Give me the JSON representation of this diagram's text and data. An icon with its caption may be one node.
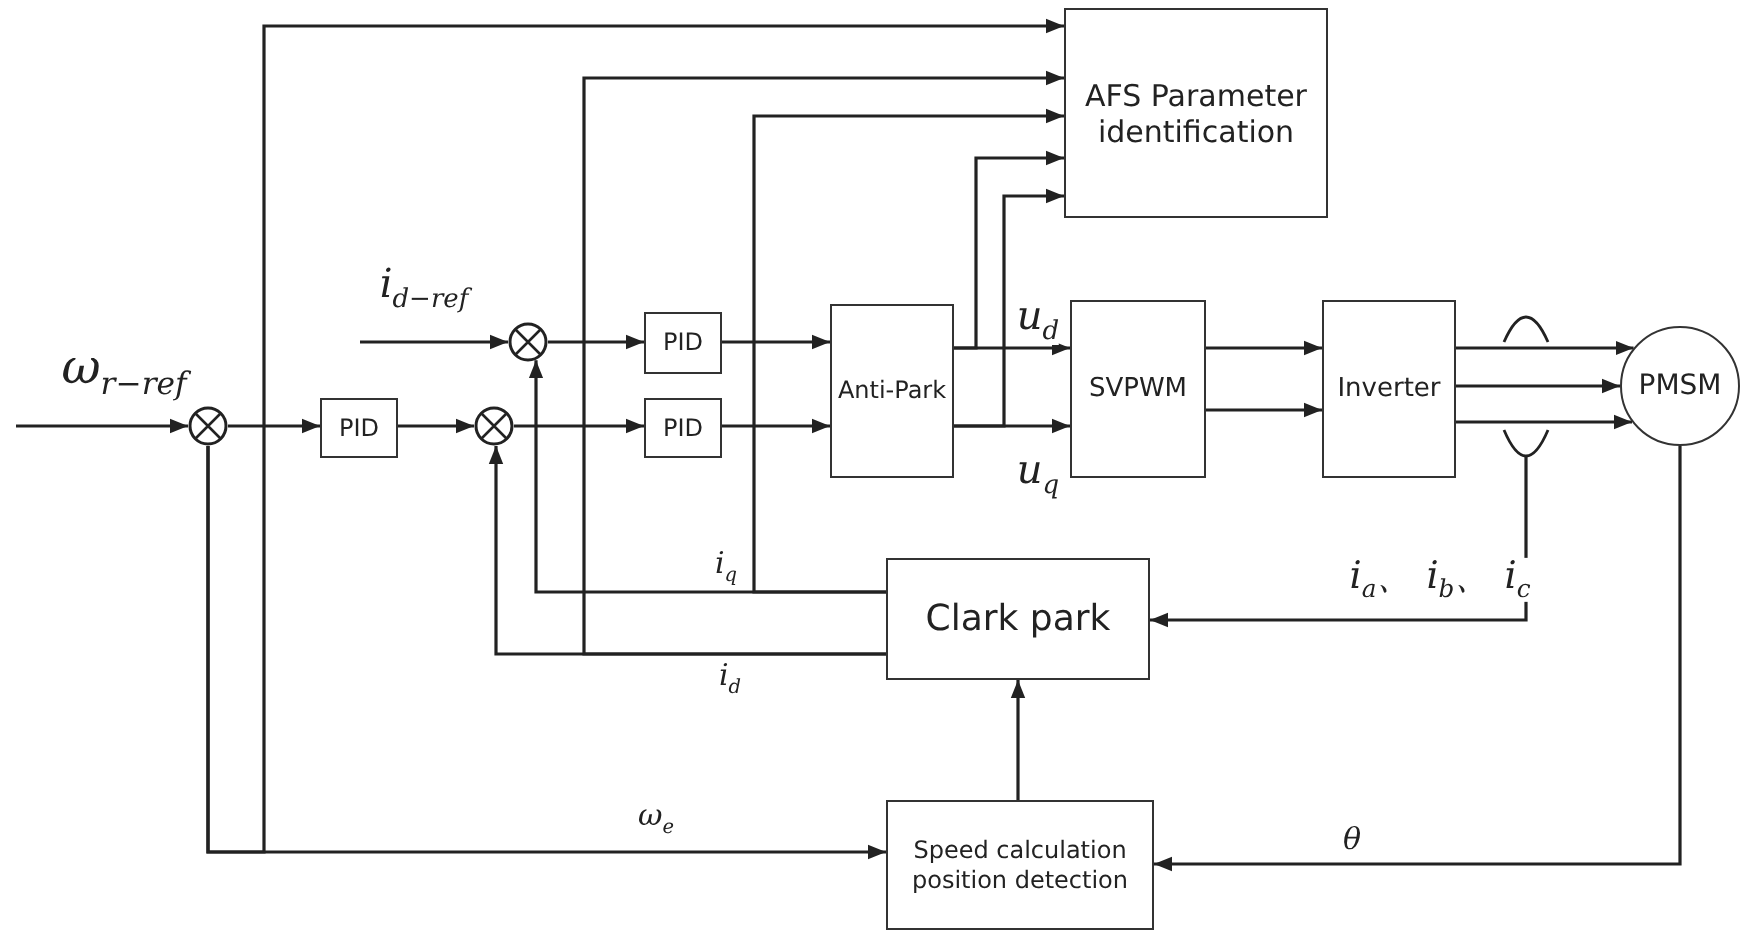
{
  "diagram": {
    "nodes": [
      {
        "text": [
          "AFS Parameter identification"
        ]
      },
      {
        "text": [
          "PID"
        ]
      },
      {
        "text": [
          "PID"
        ]
      },
      {
        "text": [
          "PID"
        ]
      },
      {
        "text": [
          "Anti-Park"
        ]
      },
      {
        "text": [
          "SVPWM"
        ]
      },
      {
        "text": [
          "Inverter"
        ]
      },
      {
        "text": [
          "PMSM"
        ]
      },
      {
        "text": [
          "Clark park"
        ]
      },
      {
        "text": [
          "Speed calculation position detection"
        ]
      },
      {
        "text": [],
        "shape": "circle"
      },
      {
        "text": [],
        "shape": "circle"
      },
      {
        "text": [],
        "shape": "circle"
      },
      {
        "text": [],
        "shape": "ellipse"
      }
    ],
    "edges": [
      {
        "from": null,
        "to": 10,
        "arrow": "to",
        "label": "ω$_{r−ref}$"
      },
      {
        "from": 10,
        "to": 3,
        "arrow": "to"
      },
      {
        "from": 3,
        "to": 11,
        "arrow": "to"
      },
      {
        "from": null,
        "to": 12,
        "arrow": "to",
        "label": "i$_{d−ref}$"
      },
      {
        "from": 12,
        "to": 1,
        "arrow": "to"
      },
      {
        "from": 11,
        "to": 2,
        "arrow": "to"
      },
      {
        "from": 1,
        "to": 4,
        "arrow": "to"
      },
      {
        "from": 2,
        "to": 4,
        "arrow": "to"
      },
      {
        "from": 4,
        "to": 5,
        "arrow": "to",
        "label": "u$_{d}$"
      },
      {
        "from": 4,
        "to": 5,
        "arrow": "to",
        "label": "u$_{q}$"
      },
      {
        "from": 4,
        "to": 0,
        "arrow": "to"
      },
      {
        "from": 4,
        "to": 0,
        "arrow": "to"
      },
      {
        "from": 5,
        "to": 6,
        "arrow": "to"
      },
      {
        "from": 5,
        "to": 6,
        "arrow": "to"
      },
      {
        "from": 6,
        "to": 7,
        "arrow": "to"
      },
      {
        "from": 6,
        "to": 7,
        "arrow": "to"
      },
      {
        "from": 6,
        "to": 7,
        "arrow": "to"
      },
      {
        "from": 13,
        "to": 8,
        "arrow": "to",
        "label": "i$_{a}$、 i$_{b}$、 i$_{c}$"
      },
      {
        "from": 7,
        "to": 9,
        "arrow": "to",
        "label": "θ"
      },
      {
        "from": 9,
        "to": 8,
        "arrow": "to"
      },
      {
        "from": 8,
        "to": 12,
        "arrow": "to",
        "label": "i$_{q}$"
      },
      {
        "from": 8,
        "to": 0,
        "arrow": "to"
      },
      {
        "from": 8,
        "to": 11,
        "arrow": "to",
        "label": "i$_{d}$"
      },
      {
        "from": 8,
        "to": 0,
        "arrow": "to"
      },
      {
        "from": 10,
        "to": 9,
        "arrow": "to",
        "label": "ω$_{e}$"
      },
      {
        "from": 10,
        "to": 0,
        "arrow": "to"
      }
    ]
  }
}
